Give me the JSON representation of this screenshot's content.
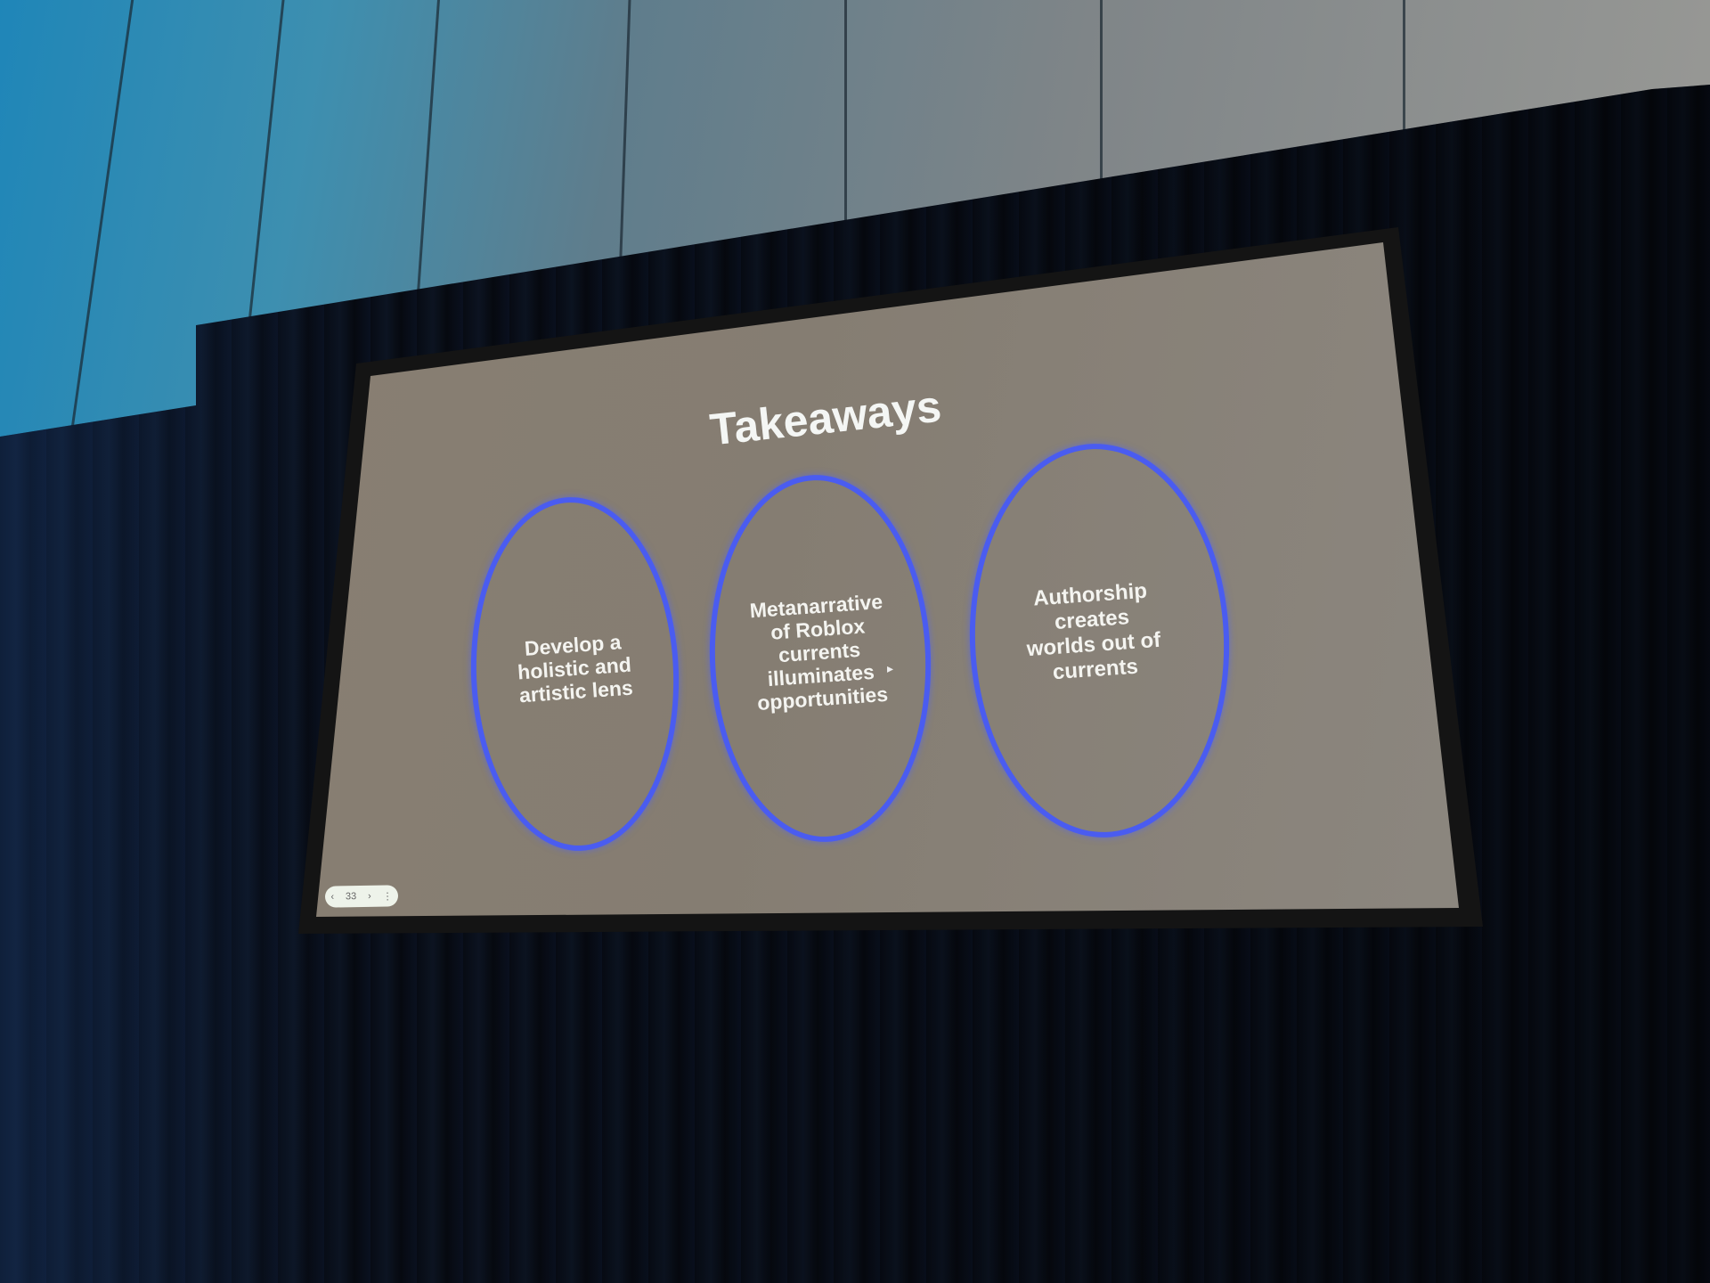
{
  "slide": {
    "title": "Takeaways",
    "takeaways": [
      {
        "text": "Develop a\nholistic and\nartistic lens"
      },
      {
        "text": "Metanarrative\nof Roblox\ncurrents\nilluminates\nopportunities"
      },
      {
        "text": "Authorship\ncreates\nworlds out of\ncurrents"
      }
    ],
    "controls": {
      "prev_icon": "chevron-left-icon",
      "page_number": "33",
      "next_icon": "chevron-right-icon",
      "menu_icon": "more-vertical-icon"
    },
    "accent_color": "#4a5cf0"
  }
}
